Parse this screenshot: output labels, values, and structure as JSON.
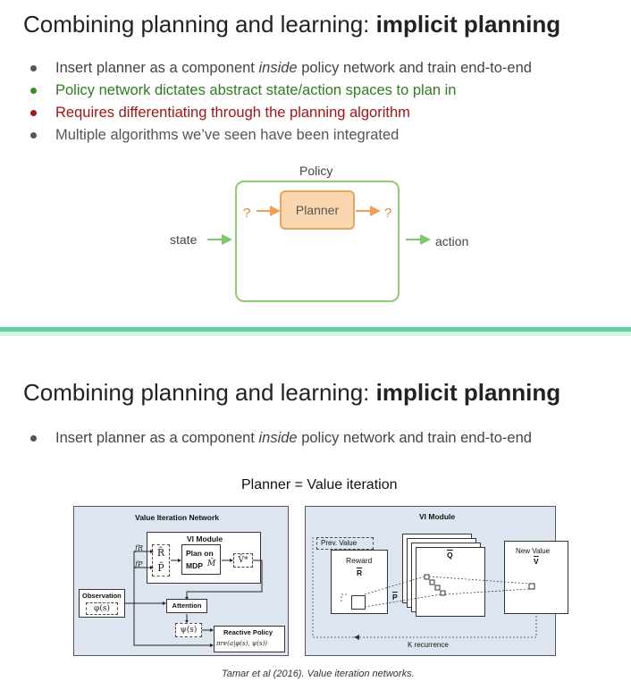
{
  "slide1": {
    "title_plain": "Combining planning and learning: ",
    "title_bold": "implicit planning",
    "bullets": {
      "b1_pre": "Insert planner as a component ",
      "b1_em": "inside",
      "b1_post": " policy network and train end-to-end",
      "b2": "Policy network dictates abstract state/action spaces to plan in",
      "b3": "Requires differentiating through the planning algorithm",
      "b4": "Multiple algorithms we’ve seen have been integrated"
    },
    "diagram": {
      "policy_label": "Policy",
      "planner_label": "Planner",
      "q_in": "?",
      "q_out": "?",
      "state_label": "state",
      "action_label": "action",
      "colors": {
        "policy_border": "#8fcc6f",
        "planner_fill": "#fbd7b0",
        "planner_border": "#eba360",
        "arrow_orange": "#f0a050",
        "arrow_green": "#7cc86a"
      }
    }
  },
  "separator": {
    "colors": {
      "dark": "#5fcf9b",
      "light": "#d6f2e4"
    }
  },
  "slide2": {
    "title_plain": "Combining planning and learning: ",
    "title_bold": "implicit planning",
    "bullet_pre": "Insert planner as a component ",
    "bullet_em": "inside",
    "bullet_post": " policy network and train end-to-end",
    "subtitle": "Planner = Value iteration",
    "left_figure": {
      "title": "Value Iteration Network",
      "vi_module": "VI Module",
      "fr": "fR",
      "fp": "fP",
      "rbar": "R̄",
      "pbar": "P̄",
      "plan_line1": "Plan on",
      "plan_line2": "MDP",
      "mbar": "M̄",
      "vstar": "V̄*",
      "observation": "Observation",
      "phi": "φ(s)",
      "attention": "Attention",
      "psi": "ψ(s)",
      "reactive": "Reactive Policy",
      "pi_re": "πre(a|φ(s), ψ(s))"
    },
    "right_figure": {
      "title": "VI Module",
      "prev_value": "Prev. Value",
      "reward": "Reward",
      "r": "R",
      "p": "P",
      "q": "Q",
      "new_value": "New Value",
      "v": "V",
      "k_recurrence": "K recurrence"
    },
    "caption": "Tamar et al (2016). Value iteration networks."
  }
}
